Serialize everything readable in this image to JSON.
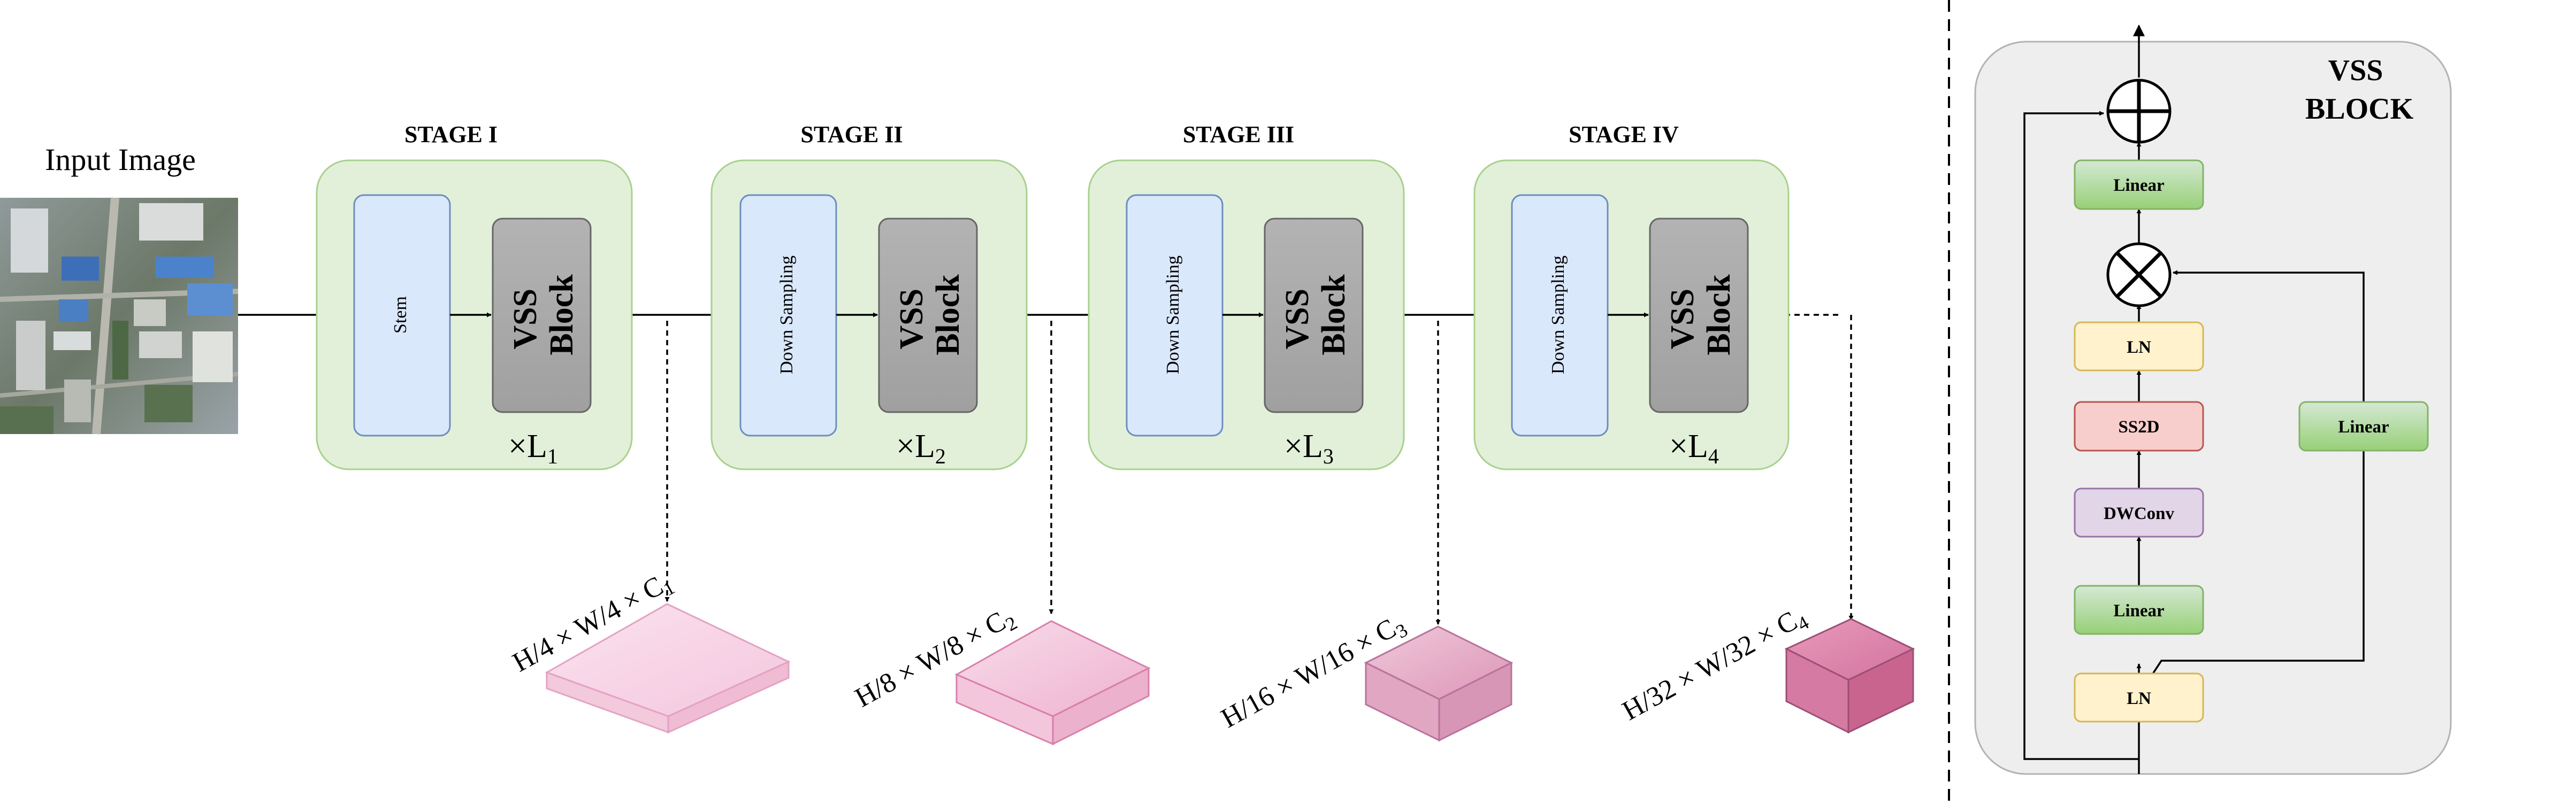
{
  "diagram": {
    "input_title": "Input Image",
    "stages": [
      {
        "title": "STAGE I",
        "module": "Stem",
        "block_line1": "VSS",
        "block_line2": "Block",
        "repeat": "×L",
        "repeat_sub": "1"
      },
      {
        "title": "STAGE II",
        "module": "Down Sampling",
        "block_line1": "VSS",
        "block_line2": "Block",
        "repeat": "×L",
        "repeat_sub": "2"
      },
      {
        "title": "STAGE III",
        "module": "Down Sampling",
        "block_line1": "VSS",
        "block_line2": "Block",
        "repeat": "×L",
        "repeat_sub": "3"
      },
      {
        "title": "STAGE IV",
        "module": "Down Sampling",
        "block_line1": "VSS",
        "block_line2": "Block",
        "repeat": "×L",
        "repeat_sub": "4"
      }
    ],
    "outputs": [
      {
        "label": "H/4 × W/4 × C",
        "sub": "1"
      },
      {
        "label": "H/8 × W/8 × C",
        "sub": "2"
      },
      {
        "label": "H/16 × W/16 × C",
        "sub": "3"
      },
      {
        "label": "H/32 × W/32 × C",
        "sub": "4"
      }
    ],
    "vss_block": {
      "title_line1": "VSS",
      "title_line2": "BLOCK",
      "linear_top": "Linear",
      "ln_upper": "LN",
      "ss2d": "SS2D",
      "dwconv": "DWConv",
      "linear_lower": "Linear",
      "ln_lower": "LN",
      "linear_branch": "Linear"
    },
    "colors": {
      "stage_fill": "#e2f0d9",
      "stage_stroke": "#a9d18e",
      "module_fill": "#dae8fc",
      "module_stroke": "#6c8ebf",
      "vss_fill": "#ababab",
      "linear_fill": "#9ed589",
      "ln_fill": "#fff2cc",
      "ss2d_fill": "#f8cecc",
      "dwconv_fill": "#e1d5e7",
      "tensor_pink": "#e9a3c6",
      "panel_fill": "#eeeeee"
    }
  }
}
